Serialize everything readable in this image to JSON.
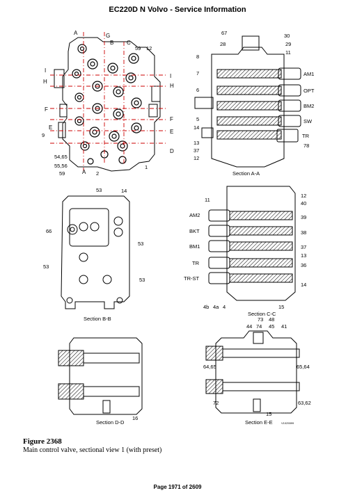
{
  "header": {
    "title": "EC220D N Volvo - Service Information"
  },
  "figure": {
    "number": "Figure 2368",
    "description": "Main control valve, sectional view 1 (with preset)",
    "code": "V1025599",
    "view1": {
      "callouts": [
        "59",
        "12",
        "9",
        "54,65",
        "55,56",
        "59",
        "2",
        "1"
      ],
      "section_letters": [
        "A",
        "G",
        "B",
        "C",
        "H",
        "I",
        "F",
        "E",
        "D"
      ]
    },
    "section_aa": {
      "title": "Section A-A",
      "callouts": [
        "67",
        "30",
        "28",
        "29",
        "11",
        "8",
        "7",
        "6",
        "5",
        "14",
        "13",
        "37",
        "12",
        "78"
      ],
      "spool_labels": [
        "AM1",
        "OPT",
        "BM2",
        "SW",
        "TR"
      ]
    },
    "section_bb": {
      "title": "Section B-B",
      "callouts": [
        "53",
        "14",
        "66",
        "53",
        "53",
        "53"
      ]
    },
    "section_cc": {
      "title": "Section C-C",
      "callouts": [
        "11",
        "12",
        "40",
        "39",
        "38",
        "37",
        "13",
        "36",
        "14",
        "4b",
        "4a",
        "4",
        "15"
      ],
      "spool_labels": [
        "AM2",
        "BKT",
        "BM1",
        "TR",
        "TR-ST"
      ]
    },
    "section_dd": {
      "title": "Section D-D",
      "callouts": [
        "16"
      ]
    },
    "section_ee": {
      "title": "Section E-E",
      "callouts": [
        "73",
        "48",
        "44",
        "74",
        "45",
        "41",
        "64,65",
        "65,64",
        "72",
        "15",
        "63,62"
      ]
    }
  },
  "footer": {
    "page": "Page 1971 of 2609"
  }
}
